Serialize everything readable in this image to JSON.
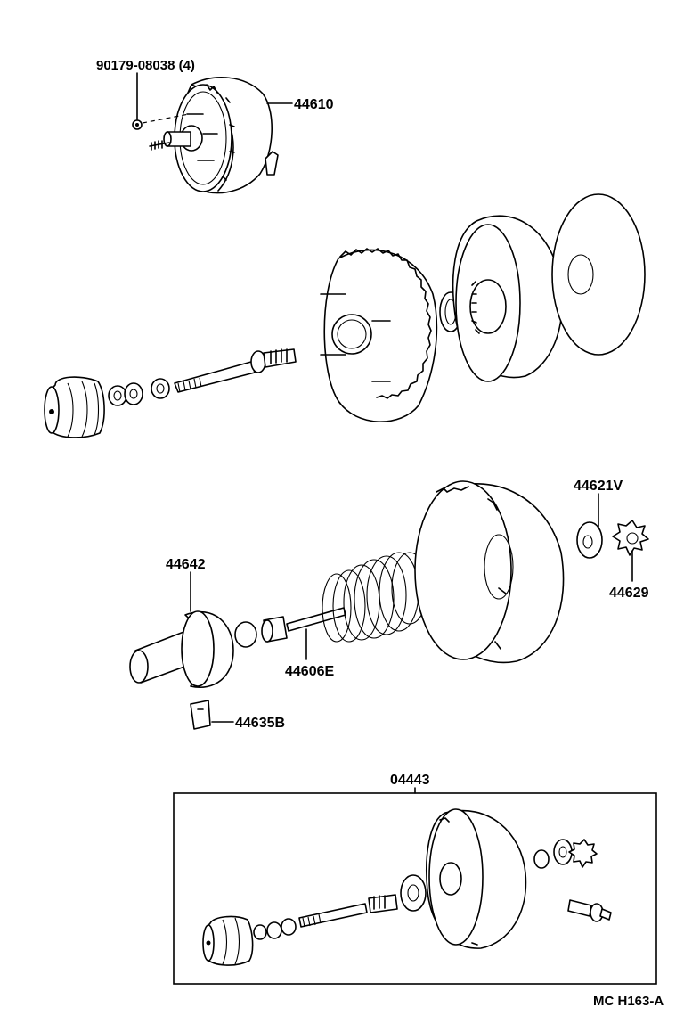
{
  "labels": {
    "bolt": "90179-08038 (4)",
    "booster_assy": "44610",
    "check_valve": "44621V",
    "retainer": "44629",
    "plunger": "44642",
    "push_rod": "44606E",
    "key": "44635B",
    "kit": "04443",
    "figure_code": "MC H163-A"
  }
}
